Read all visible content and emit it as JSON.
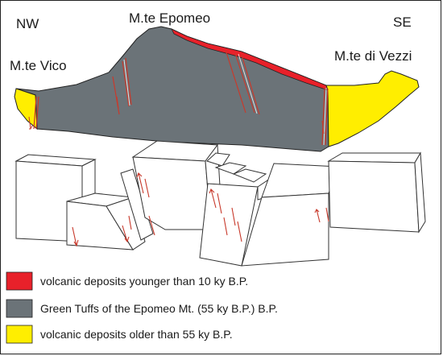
{
  "labels": {
    "nw": "NW",
    "se": "SE",
    "epomeo": "M.te Epomeo",
    "vico": "M.te Vico",
    "vezzi": "M.te di Vezzi"
  },
  "legend": [
    {
      "text": "volcanic deposits younger than 10 ky B.P.",
      "color": "#e8212a"
    },
    {
      "text": "Green Tuffs of the Epomeo Mt. (55 ky B.P.) B.P.",
      "color": "#6b7378"
    },
    {
      "text": "volcanic deposits older than 55 ky B.P.",
      "color": "#ffee00"
    }
  ],
  "colors": {
    "young": "#e8212a",
    "green_tuff": "#6b7378",
    "old": "#ffee00",
    "fault": "#e04020"
  }
}
